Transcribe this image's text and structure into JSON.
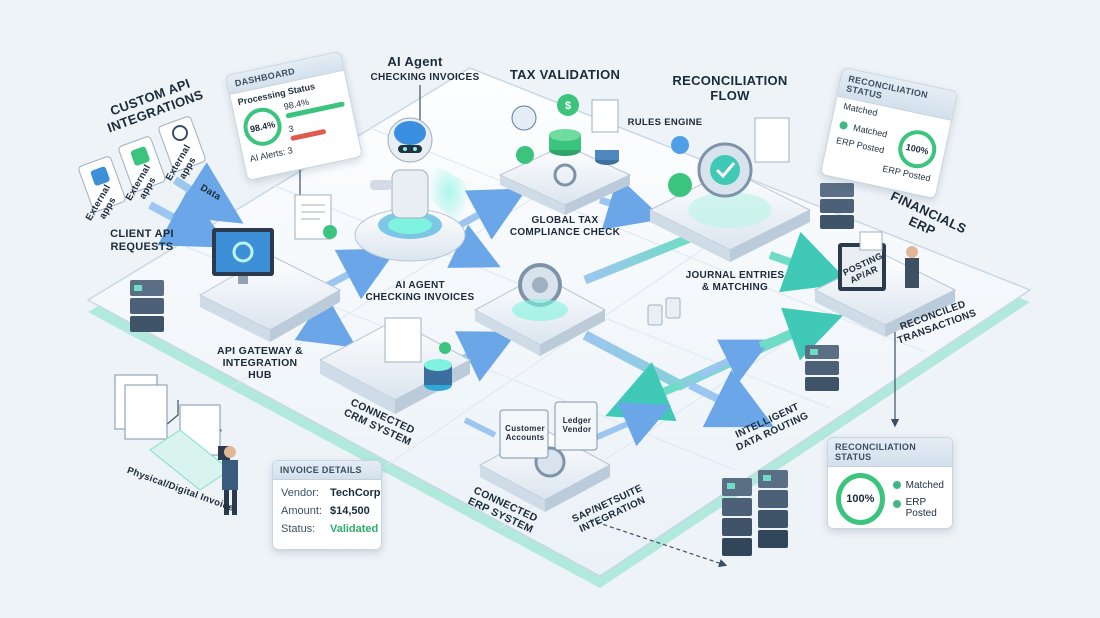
{
  "colors": {
    "background": "#eef3f7",
    "platform": "#f9fbfd",
    "platform_edge": "#7fe0c6",
    "accent_teal": "#3fc9b6",
    "accent_blue": "#6aa6e8",
    "success_green": "#3ac47d",
    "alert_red": "#e05a4f"
  },
  "labels": {
    "custom_api": "Custom API\nIntegrations",
    "external_apps_1": "External\napps",
    "external_apps_2": "External\napps",
    "external_apps_3": "External\napps",
    "data": "Data",
    "client_api": "Client API\nRequests",
    "ai_agent_top": "AI Agent",
    "ai_agent_top_sub": "Checking Invoices",
    "tax_validation": "Tax Validation",
    "rules_engine": "Rules Engine",
    "global_tax": "Global Tax\nCompliance Check",
    "reconciliation_flow": "Reconciliation\nFlow",
    "journal_entries": "Journal Entries\n& Matching",
    "financials_erp": "Financials\nERP",
    "posting": "Posting\nAP/AR",
    "reconciled": "Reconciled\nTransactions",
    "ai_agent_mid": "AI Agent\nChecking Invoices",
    "api_gateway": "API Gateway &\nIntegration\nHub",
    "connected_crm": "Connected\nCRM System",
    "connected_erp": "Connected\nERP System",
    "sap_netsuite": "SAP/NetSuite\nIntegration",
    "intelligent_routing": "Intelligent\nData Routing",
    "physical_digital": "Physical/Digital Invoice",
    "customer_accounts": "Customer\nAccounts",
    "ledger_vendor": "Ledger\nVendor"
  },
  "dashboard": {
    "title": "Dashboard",
    "processing_status": "Processing Status",
    "ring_value": "98.4%",
    "bar_value": "98.4%",
    "alert_count": "3",
    "ai_alerts": "AI Alerts: 3"
  },
  "recon_top": {
    "title": "Reconciliation Status",
    "matched_1": "Matched",
    "matched_2": "Matched",
    "erp_posted_1": "ERP Posted",
    "erp_posted_2": "ERP Posted",
    "ring": "100%"
  },
  "recon_bottom": {
    "title": "Reconciliation Status",
    "ring": "100%",
    "matched": "Matched",
    "erp_posted": "ERP\nPosted"
  },
  "invoice": {
    "title": "Invoice Details",
    "vendor_label": "Vendor:",
    "vendor_value": "TechCorp",
    "amount_label": "Amount:",
    "amount_value": "$14,500",
    "status_label": "Status:",
    "status_value": "Validated"
  }
}
